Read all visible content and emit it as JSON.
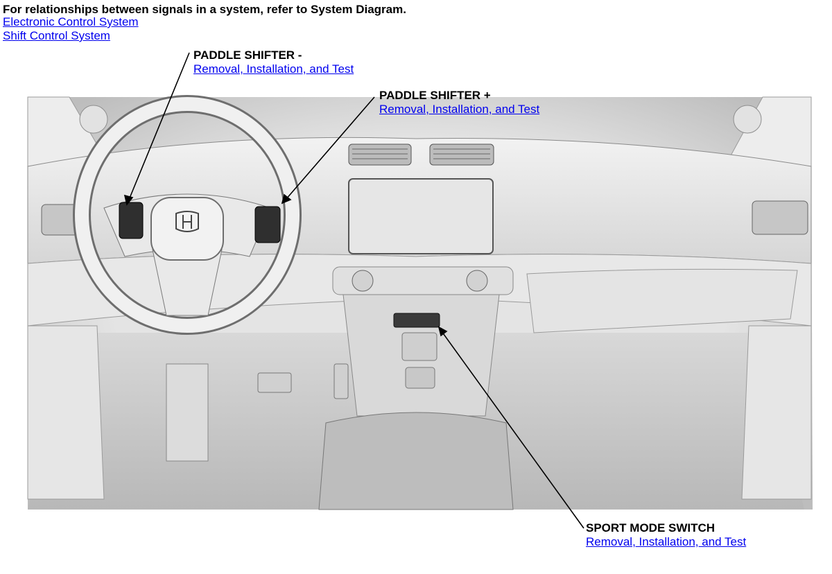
{
  "header": {
    "intro": "For relationships between signals in a system, refer to System Diagram.",
    "links": [
      "Electronic Control System ",
      "Shift Control System"
    ]
  },
  "callouts": {
    "paddle_minus": {
      "name": "PADDLE SHIFTER -",
      "link": "Removal, Installation, and Test"
    },
    "paddle_plus": {
      "name": "PADDLE SHIFTER +",
      "link": "Removal, Installation, and Test"
    },
    "sport_mode": {
      "name": "SPORT MODE SWITCH",
      "link": "Removal, Installation, and Test"
    }
  },
  "logo": {
    "brand": "honda-logo"
  }
}
